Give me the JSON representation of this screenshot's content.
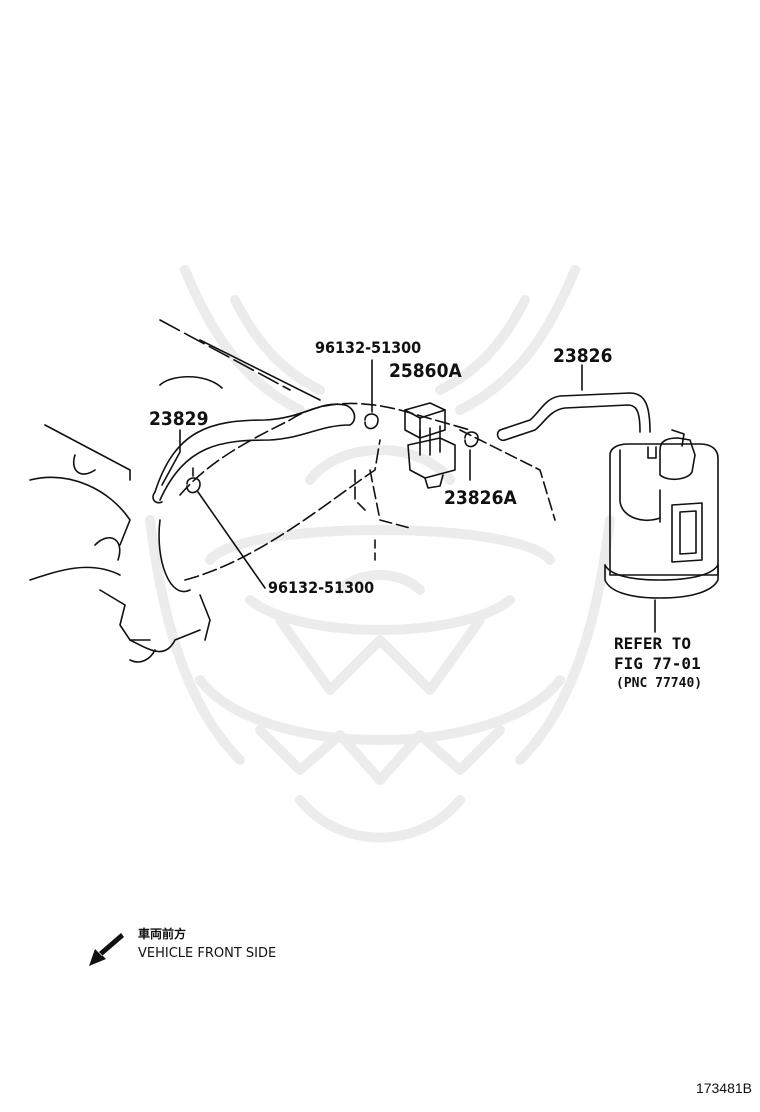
{
  "callouts": {
    "hose_23829": "23829",
    "clamp_upper": "96132-51300",
    "valve_25860a": "25860A",
    "hose_23826": "23826",
    "hose_23826a": "23826A",
    "clamp_lower": "96132-51300"
  },
  "reference": {
    "line1": "REFER TO",
    "line2": "FIG 77-01",
    "line3": "(PNC 77740)"
  },
  "legend": {
    "japanese": "車両前方",
    "english": "VEHICLE FRONT SIDE"
  },
  "figure_id": "173481B",
  "colors": {
    "ink": "#111111",
    "watermark": "#ececec",
    "background": "#ffffff"
  },
  "icons": {
    "front_arrow": "arrow-down-left-icon"
  }
}
